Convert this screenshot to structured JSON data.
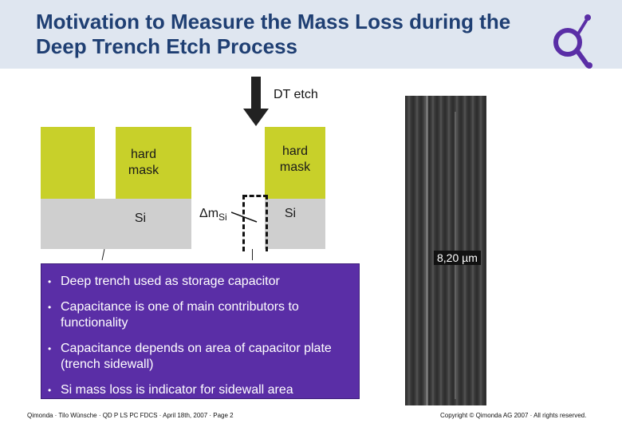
{
  "header": {
    "title": "Motivation to Measure the Mass Loss during the Deep Trench Etch Process"
  },
  "diagram": {
    "process_label": "DT etch",
    "mask_label": "hard\nmask",
    "si_label": "Si",
    "delta_label": "Δm",
    "delta_subscript": "Si"
  },
  "sem_image": {
    "scale_label": "8,20 µm"
  },
  "bullets": [
    "Deep trench used as storage capacitor",
    "Capacitance is one of main contributors to functionality",
    "Capacitance depends on area of capacitor plate (trench sidewall)",
    "Si mass loss is indicator for sidewall area"
  ],
  "footer": {
    "left": "Qimonda · Tilo Wünsche · QD P LS PC FDCS · April 18th, 2007 · Page 2",
    "right": "Copyright © Qimonda AG 2007 · All rights reserved."
  },
  "colors": {
    "title": "#1f3f73",
    "hard_mask": "#c8d02a",
    "silicon": "#cfcfcf",
    "panel": "#5a2ea6"
  }
}
